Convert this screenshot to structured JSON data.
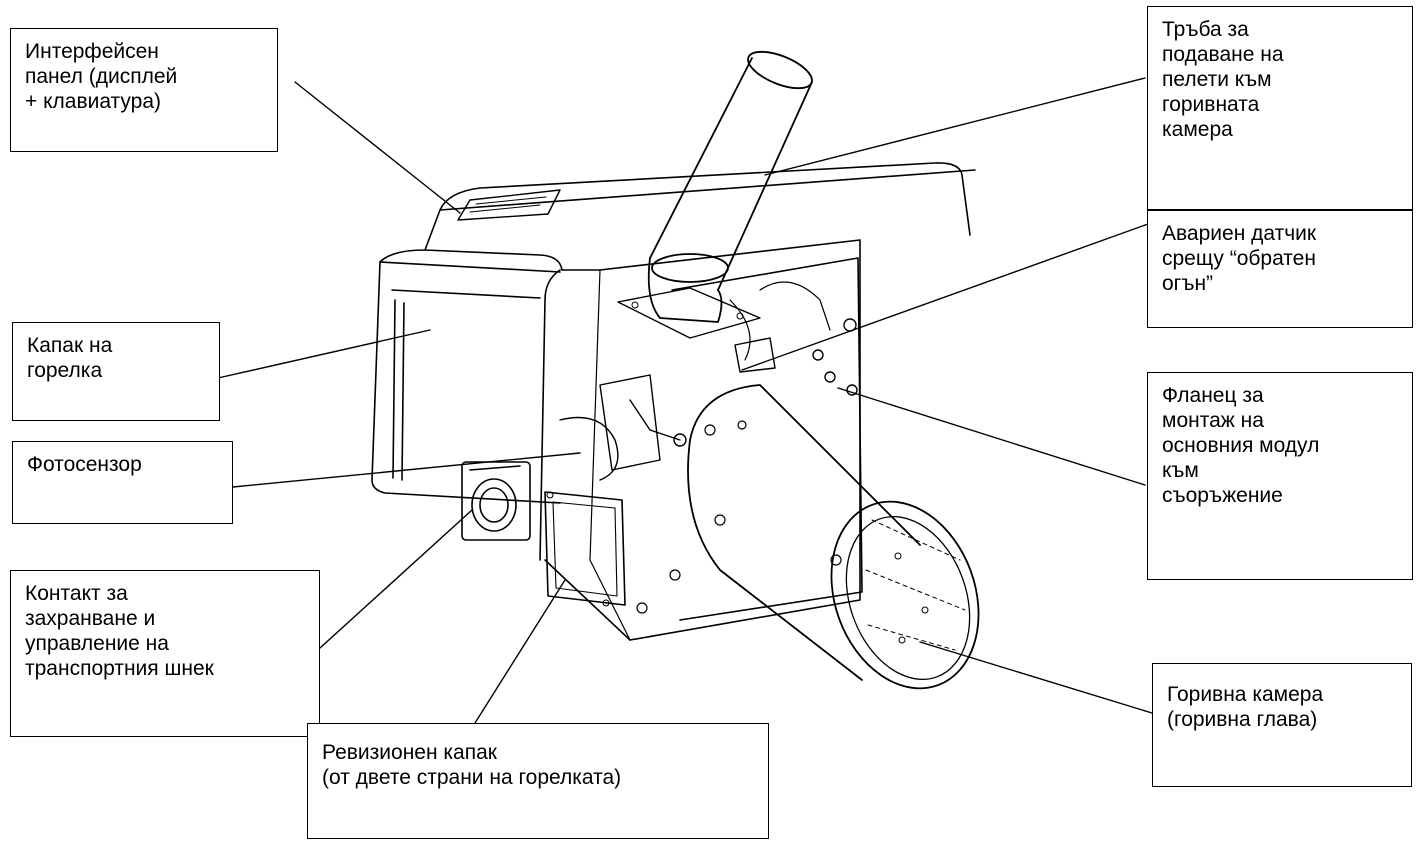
{
  "labels": {
    "interface_panel": "Интерфейсен\nпанел (дисплей\n+ клавиатура)",
    "feed_tube": "Тръба за\nподаване на\nпелети към\nгоривната\nкамера",
    "burner_cover": "Капак на\nгорелка",
    "emergency_sensor": "Авариен датчик\nсрещу “обратен\nогън”",
    "photosensor": "Фотосензор",
    "mounting_flange": "Фланец за\nмонтаж на\nосновния модул\nкъм\nсъоръжение",
    "power_socket": "Контакт за\nзахранване и\nуправление на\nтранспортния шнек",
    "revision_cover": "Ревизионен капак\n(от двете страни на горелката)",
    "combustion_chamber": "Горивна камера\n(горивна глава)"
  }
}
